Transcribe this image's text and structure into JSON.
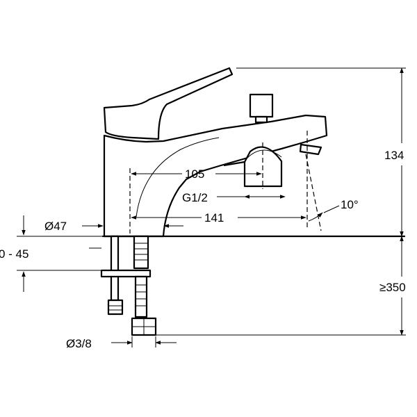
{
  "labels": {
    "height": "134",
    "reach_inner": "105",
    "thread": "G1/2",
    "reach_outer": "141",
    "angle": "10°",
    "body_diameter": "Ø47",
    "deck_thickness": "0 - 45",
    "min_length": "≥350",
    "pipe_diameter": "Ø3/8"
  },
  "colors": {
    "line": "#000000",
    "background": "#ffffff"
  }
}
